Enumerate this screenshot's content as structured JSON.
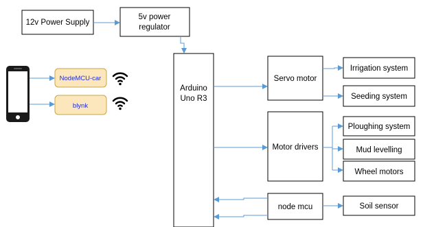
{
  "diagram": {
    "colors": {
      "box_stroke": "#000000",
      "arrow": "#5b9bd5",
      "app_fill": "#fce7bd",
      "app_stroke": "#c9a44a",
      "app_text": "#1f2bd6"
    },
    "blocks": {
      "power_supply": "12v Power Supply",
      "regulator_line1": "5v power",
      "regulator_line2": "regulator",
      "arduino_line1": "Arduino",
      "arduino_line2": "Uno R3",
      "servo": "Servo motor",
      "motor_drivers": "Motor drivers",
      "node_mcu": "node mcu",
      "irrigation": "Irrigation system",
      "seeding": "Seeding system",
      "ploughing": "Ploughing system",
      "mud_levelling": "Mud levelling",
      "wheel_motors": "Wheel motors",
      "soil_sensor": "Soil sensor"
    },
    "apps": {
      "nodemcu_car": "NodeMCU-car",
      "blynk": "blynk"
    },
    "icons": [
      "smartphone-icon",
      "wifi-icon",
      "wifi-icon"
    ]
  }
}
